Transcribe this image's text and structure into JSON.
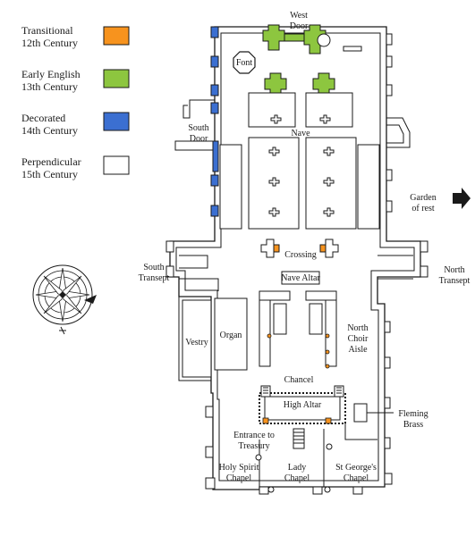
{
  "legend": [
    {
      "line1": "Transitional",
      "line2": "12th Century",
      "color": "#f7931e"
    },
    {
      "line1": "Early English",
      "line2": "13th Century",
      "color": "#8dc63f"
    },
    {
      "line1": "Decorated",
      "line2": "14th Century",
      "color": "#3b6fd1"
    },
    {
      "line1": "Perpendicular",
      "line2": "15th Century",
      "color": "#ffffff"
    }
  ],
  "labels": {
    "west_door_1": "West",
    "west_door_2": "Door",
    "font": "Font",
    "south_door_1": "South",
    "south_door_2": "Door",
    "nave": "Nave",
    "garden_1": "Garden",
    "garden_2": "of rest",
    "crossing": "Crossing",
    "south_transept_1": "South",
    "south_transept_2": "Transept",
    "north_transept_1": "North",
    "north_transept_2": "Transept",
    "nave_altar": "Nave Altar",
    "north_choir_1": "North",
    "north_choir_2": "Choir",
    "north_choir_3": "Aisle",
    "vestry": "Vestry",
    "organ": "Organ",
    "chancel": "Chancel",
    "high_altar": "High Altar",
    "fleming_1": "Fleming",
    "fleming_2": "Brass",
    "treasury_1": "Entrance to",
    "treasury_2": "Treasury",
    "holy_spirit_1": "Holy Spirit",
    "holy_spirit_2": "Chapel",
    "lady_chapel_1": "Lady",
    "lady_chapel_2": "Chapel",
    "st_george_1": "St George's",
    "st_george_2": "Chapel"
  },
  "colors": {
    "transitional": "#f7931e",
    "early_english": "#8dc63f",
    "decorated": "#3b6fd1",
    "ink": "#1a1a1a"
  },
  "icons": [
    "compass-rose-icon",
    "arrow-right-icon",
    "font-octagon-icon"
  ]
}
